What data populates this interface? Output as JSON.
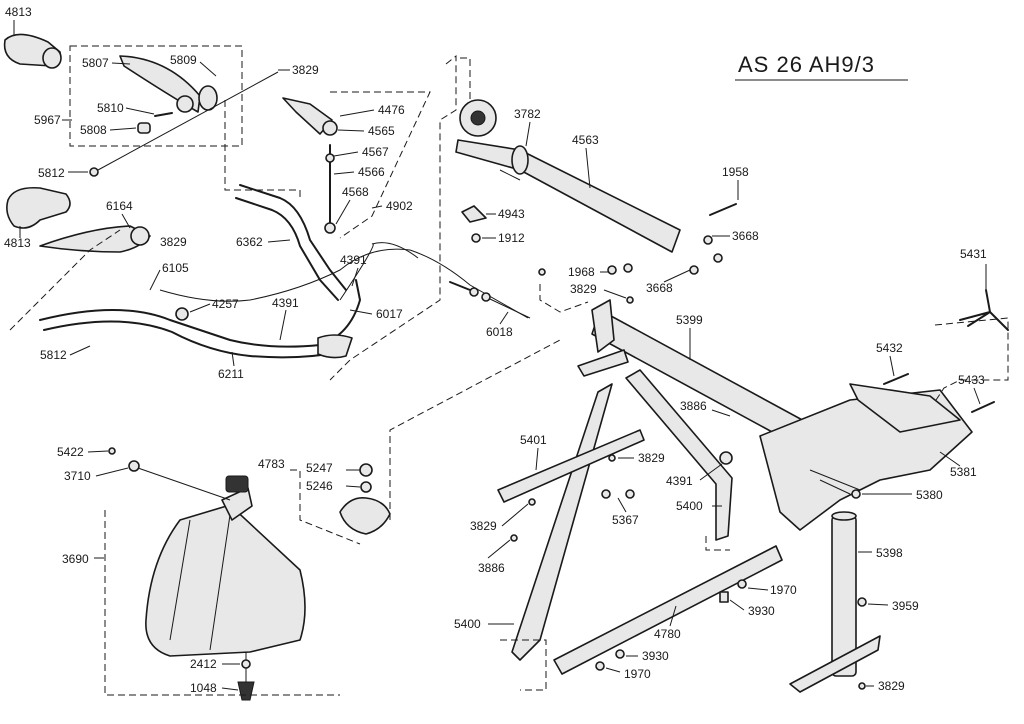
{
  "diagram": {
    "title": "AS 26 AH9/3",
    "labels": {
      "l4813a": "4813",
      "l5807": "5807",
      "l5809": "5809",
      "l3829a": "3829",
      "l5967": "5967",
      "l5810": "5810",
      "l5808": "5808",
      "l5812a": "5812",
      "l4476": "4476",
      "l4565": "4565",
      "l4567": "4567",
      "l4566": "4566",
      "l4568": "4568",
      "l4902": "4902",
      "l6164": "6164",
      "l3829b": "3829",
      "l4813b": "4813",
      "l6362": "6362",
      "l4391a": "4391",
      "l6105": "6105",
      "l4257": "4257",
      "l4391b": "4391",
      "l6017": "6017",
      "l5812b": "5812",
      "l6211": "6211",
      "l6018": "6018",
      "l3782": "3782",
      "l4563": "4563",
      "l1958": "1958",
      "l4943": "4943",
      "l1912": "1912",
      "l3668a": "3668",
      "l1968": "1968",
      "l3829c": "3829",
      "l3668b": "3668",
      "l5431": "5431",
      "l5399": "5399",
      "l5432": "5432",
      "l5433": "5433",
      "l3886a": "3886",
      "l5401": "5401",
      "l3829d": "3829",
      "l4391c": "4391",
      "l5381": "5381",
      "l5380": "5380",
      "l5400a": "5400",
      "l5367": "5367",
      "l3829e": "3829",
      "l3886b": "3886",
      "l5398": "5398",
      "l5422": "5422",
      "l3710": "3710",
      "l4783": "4783",
      "l5247": "5247",
      "l5246": "5246",
      "l3690": "3690",
      "l1970a": "1970",
      "l3930a": "3930",
      "l3959": "3959",
      "l4780": "4780",
      "l5400b": "5400",
      "l3930b": "3930",
      "l1970b": "1970",
      "l2412": "2412",
      "l1048": "1048",
      "l3829f": "3829"
    }
  }
}
